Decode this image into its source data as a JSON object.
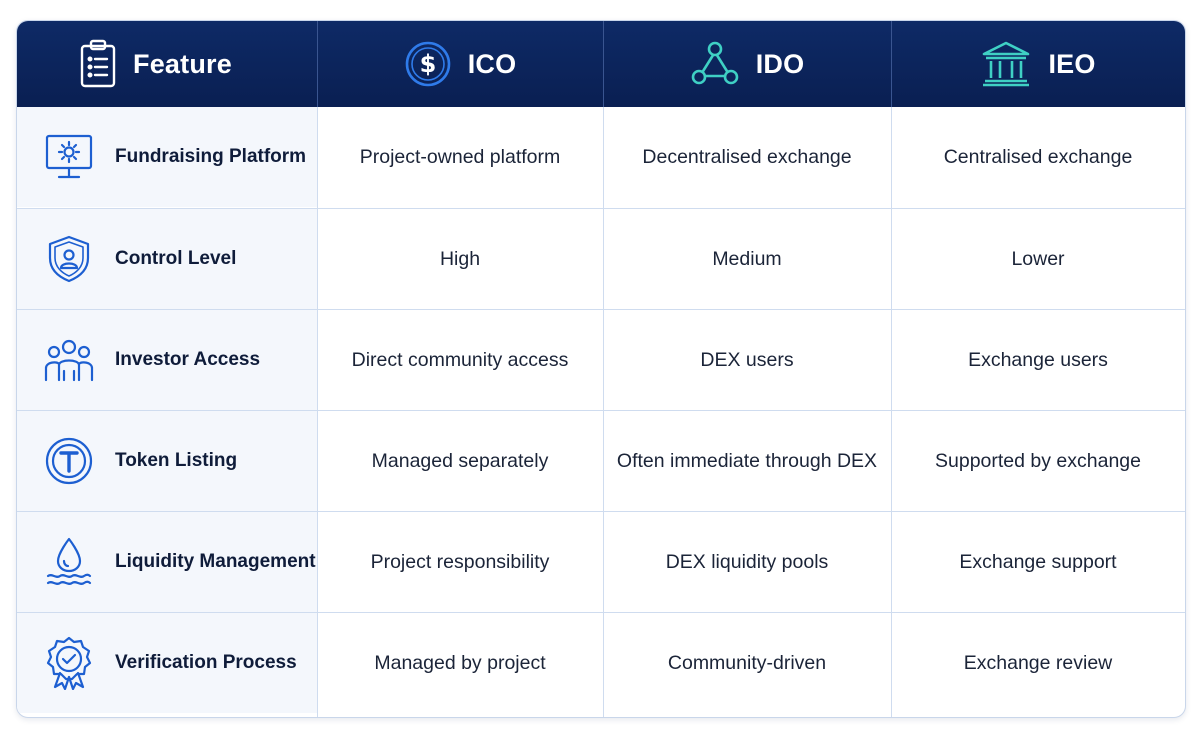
{
  "colors": {
    "header_bg": "#0c2459",
    "icon_blue": "#1d5fd1",
    "icon_teal": "#3fd0c4",
    "feature_bg": "#f4f7fc"
  },
  "header": {
    "feature": {
      "label": "Feature",
      "icon": "clipboard-list-icon"
    },
    "ico": {
      "label": "ICO",
      "icon": "dollar-coin-icon"
    },
    "ido": {
      "label": "IDO",
      "icon": "network-nodes-icon"
    },
    "ieo": {
      "label": "IEO",
      "icon": "bank-building-icon"
    }
  },
  "rows": [
    {
      "feature": "Fundraising Platform",
      "icon": "monitor-gear-icon",
      "ico": "Project-owned platform",
      "ido": "Decentralised exchange",
      "ieo": "Centralised exchange"
    },
    {
      "feature": "Control Level",
      "icon": "shield-user-icon",
      "ico": "High",
      "ido": "Medium",
      "ieo": "Lower"
    },
    {
      "feature": "Investor Access",
      "icon": "user-group-icon",
      "ico": "Direct community access",
      "ido": "DEX users",
      "ieo": "Exchange users"
    },
    {
      "feature": "Token Listing",
      "icon": "token-coin-icon",
      "ico": "Managed separately",
      "ido": "Often immediate through DEX",
      "ieo": "Supported by exchange"
    },
    {
      "feature": "Liquidity Management",
      "icon": "water-drop-icon",
      "ico": "Project responsibility",
      "ido": "DEX liquidity pools",
      "ieo": "Exchange support"
    },
    {
      "feature": "Verification Process",
      "icon": "verified-badge-icon",
      "ico": "Managed by project",
      "ido": "Community-driven",
      "ieo": "Exchange review"
    }
  ]
}
